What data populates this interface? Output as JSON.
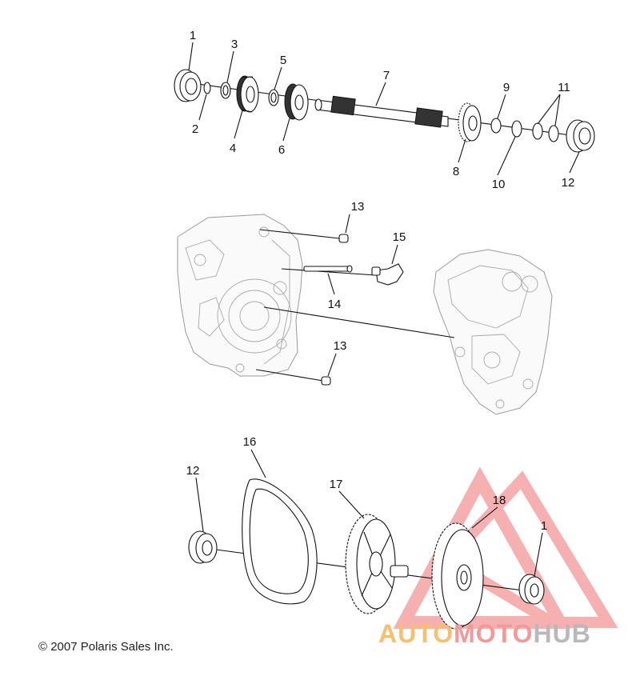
{
  "callouts": {
    "c1a": "1",
    "c2": "2",
    "c3": "3",
    "c4": "4",
    "c5": "5",
    "c6": "6",
    "c7": "7",
    "c8": "8",
    "c9": "9",
    "c10": "10",
    "c11": "11",
    "c12a": "12",
    "c13a": "13",
    "c13b": "13",
    "c14": "14",
    "c15": "15",
    "c12b": "12",
    "c16": "16",
    "c17": "17",
    "c18": "18",
    "c1b": "1"
  },
  "copyright": "© 2007 Polaris Sales Inc.",
  "watermark": {
    "part1": "AUTO",
    "part2": "MOTO",
    "part3": "HUB",
    "colors": {
      "auto": "#f6c070",
      "moto": "#f29a9a",
      "hub": "#b9b9b9",
      "triangle": "#f07070"
    }
  }
}
